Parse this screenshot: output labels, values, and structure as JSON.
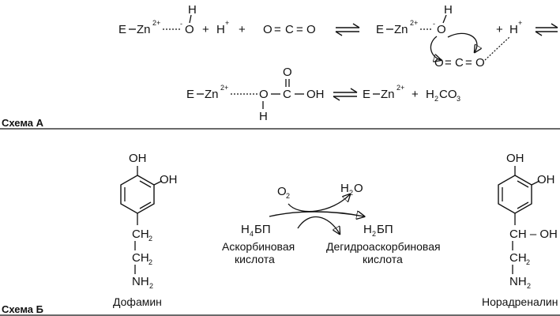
{
  "scheme_a": {
    "label": "Схема А",
    "row1": {
      "enzyme": "E",
      "zinc": "Zn",
      "zinc_charge": "2+",
      "hydroxide_o": "O",
      "hydroxide_h": "H",
      "minus": "-",
      "plus": "+",
      "proton": "H",
      "proton_charge": "+",
      "co2_o1": "O",
      "co2_eq1": "=",
      "co2_c": "C",
      "co2_eq2": "=",
      "co2_o2": "O"
    },
    "row3": {
      "enzyme": "E",
      "zinc": "Zn",
      "zinc_charge": "2+",
      "o": "O",
      "h": "H",
      "c": "C",
      "carbonyl_o": "O",
      "oh": "OH",
      "products_enzyme": "E",
      "products_zinc": "Zn",
      "products_zinc_charge": "2+",
      "plus": "+",
      "carbonic_acid_h": "H",
      "carbonic_acid_sub1": "2",
      "carbonic_acid_c": "CO",
      "carbonic_acid_sub2": "3"
    }
  },
  "scheme_b": {
    "label": "Схема Б",
    "dopamine": {
      "oh1": "OH",
      "oh2": "OH",
      "ch2_a": "CH",
      "ch2_a_sub": "2",
      "ch2_b": "CH",
      "ch2_b_sub": "2",
      "nh2": "NH",
      "nh2_sub": "2",
      "name": "Дофамин"
    },
    "noradrenaline": {
      "oh1": "OH",
      "oh2": "OH",
      "ch_oh": "CH – OH",
      "ch2": "CH",
      "ch2_sub": "2",
      "nh2": "NH",
      "nh2_sub": "2",
      "name": "Норадреналин"
    },
    "reaction": {
      "o2": "O",
      "o2_sub": "2",
      "h2o_h": "H",
      "h2o_sub": "2",
      "h2o_o": "O",
      "h4bp_h": "H",
      "h4bp_sub": "4",
      "h4bp_rest": "БП",
      "h2bp_h": "H",
      "h2bp_sub": "2",
      "h2bp_rest": "БП",
      "ascorbic_1": "Аскорбиновая",
      "ascorbic_2": "кислота",
      "dehydro_1": "Дегидроаскорбиновая",
      "dehydro_2": "кислота"
    }
  }
}
